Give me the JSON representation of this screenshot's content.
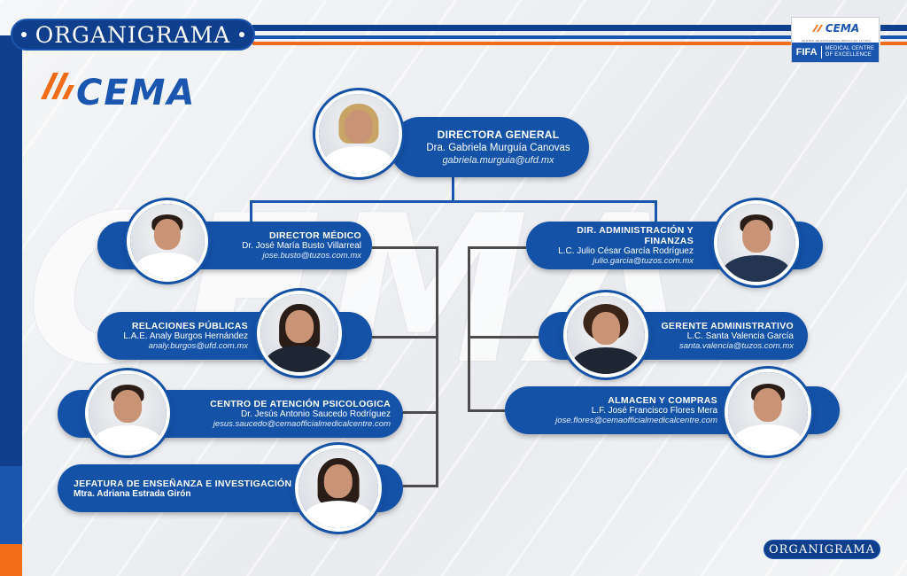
{
  "header": {
    "title": "ORGANIGRAMA",
    "footer_badge": "ORGANIGRAMA"
  },
  "brand": {
    "logo_text": "CEMA",
    "watermark_text": "CEMA",
    "fifa_small_logo": "CEMA",
    "fifa_tiny_text": "CENTRO DE EXCELENCIA MÉDICA EN ALTURA",
    "fifa_word": "FIFA",
    "fifa_line1": "MEDICAL CENTRE",
    "fifa_line2": "OF EXCELLENCE"
  },
  "colors": {
    "primary_blue": "#1452a8",
    "dark_blue": "#0f3f8c",
    "accent_orange": "#f26c1a",
    "connector_gray": "#4c4c4c"
  },
  "org": {
    "director_general": {
      "title": "DIRECTORA GENERAL",
      "name": "Dra. Gabriela Murguía Canovas",
      "email": "gabriela.murguia@ufd.mx"
    },
    "director_medico": {
      "title": "DIRECTOR MÉDICO",
      "name": "Dr. José María Busto Villarreal",
      "email": "jose.busto@tuzos.com.mx"
    },
    "relaciones_publicas": {
      "title": "RELACIONES PÚBLICAS",
      "name": "L.A.E. Analy Burgos Hernández",
      "email": "analy.burgos@ufd.com.mx"
    },
    "centro_psicologico": {
      "title": "CENTRO DE ATENCIÓN PSICOLOGICA",
      "name": "Dr. Jesús Antonio Saucedo Rodríguez",
      "email": "jesus.saucedo@cemaofficialmedicalcentre.com"
    },
    "jefatura_ensenanza": {
      "title": "JEFATURA DE ENSEÑANZA E INVESTIGACIÓN",
      "name": "Mtra. Adriana Estrada Girón"
    },
    "dir_admin_finanzas": {
      "title": "DIR. ADMINISTRACIÓN Y FINANZAS",
      "name": "L.C. Julio César García Rodríguez",
      "email": "julio.garcia@tuzos.com.mx"
    },
    "gerente_admin": {
      "title": "GERENTE ADMINISTRATIVO",
      "name": "L.C. Santa Valencia García",
      "email": "santa.valencia@tuzos.com.mx"
    },
    "almacen_compras": {
      "title": "ALMACEN Y COMPRAS",
      "name": "L.F. José Francisco Flores Mera",
      "email": "jose.flores@cemaofficialmedicalcentre.com"
    }
  }
}
